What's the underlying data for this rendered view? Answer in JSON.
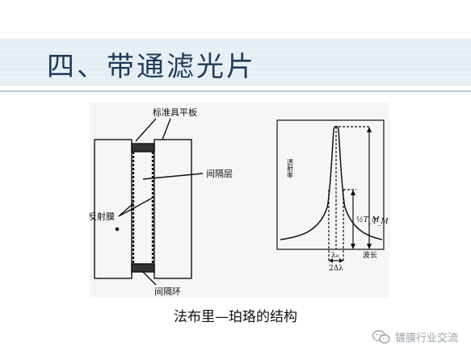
{
  "slide": {
    "title": "四、带通滤光片",
    "caption": "法布里—珀珞的结构"
  },
  "diagram": {
    "label_top": "标准具平板",
    "label_spacer_layer": "间隔层",
    "label_reflective_film": "反射膜",
    "label_spacer_ring": "间隔环"
  },
  "spectrum": {
    "ylabel": "透射率",
    "xlabel": "波长",
    "lambda0": "λ₀",
    "bandwidth": "2Δλ",
    "tm_half": "½T_M",
    "tm": "T_M"
  },
  "watermark": {
    "text": "镀膜行业交流"
  }
}
